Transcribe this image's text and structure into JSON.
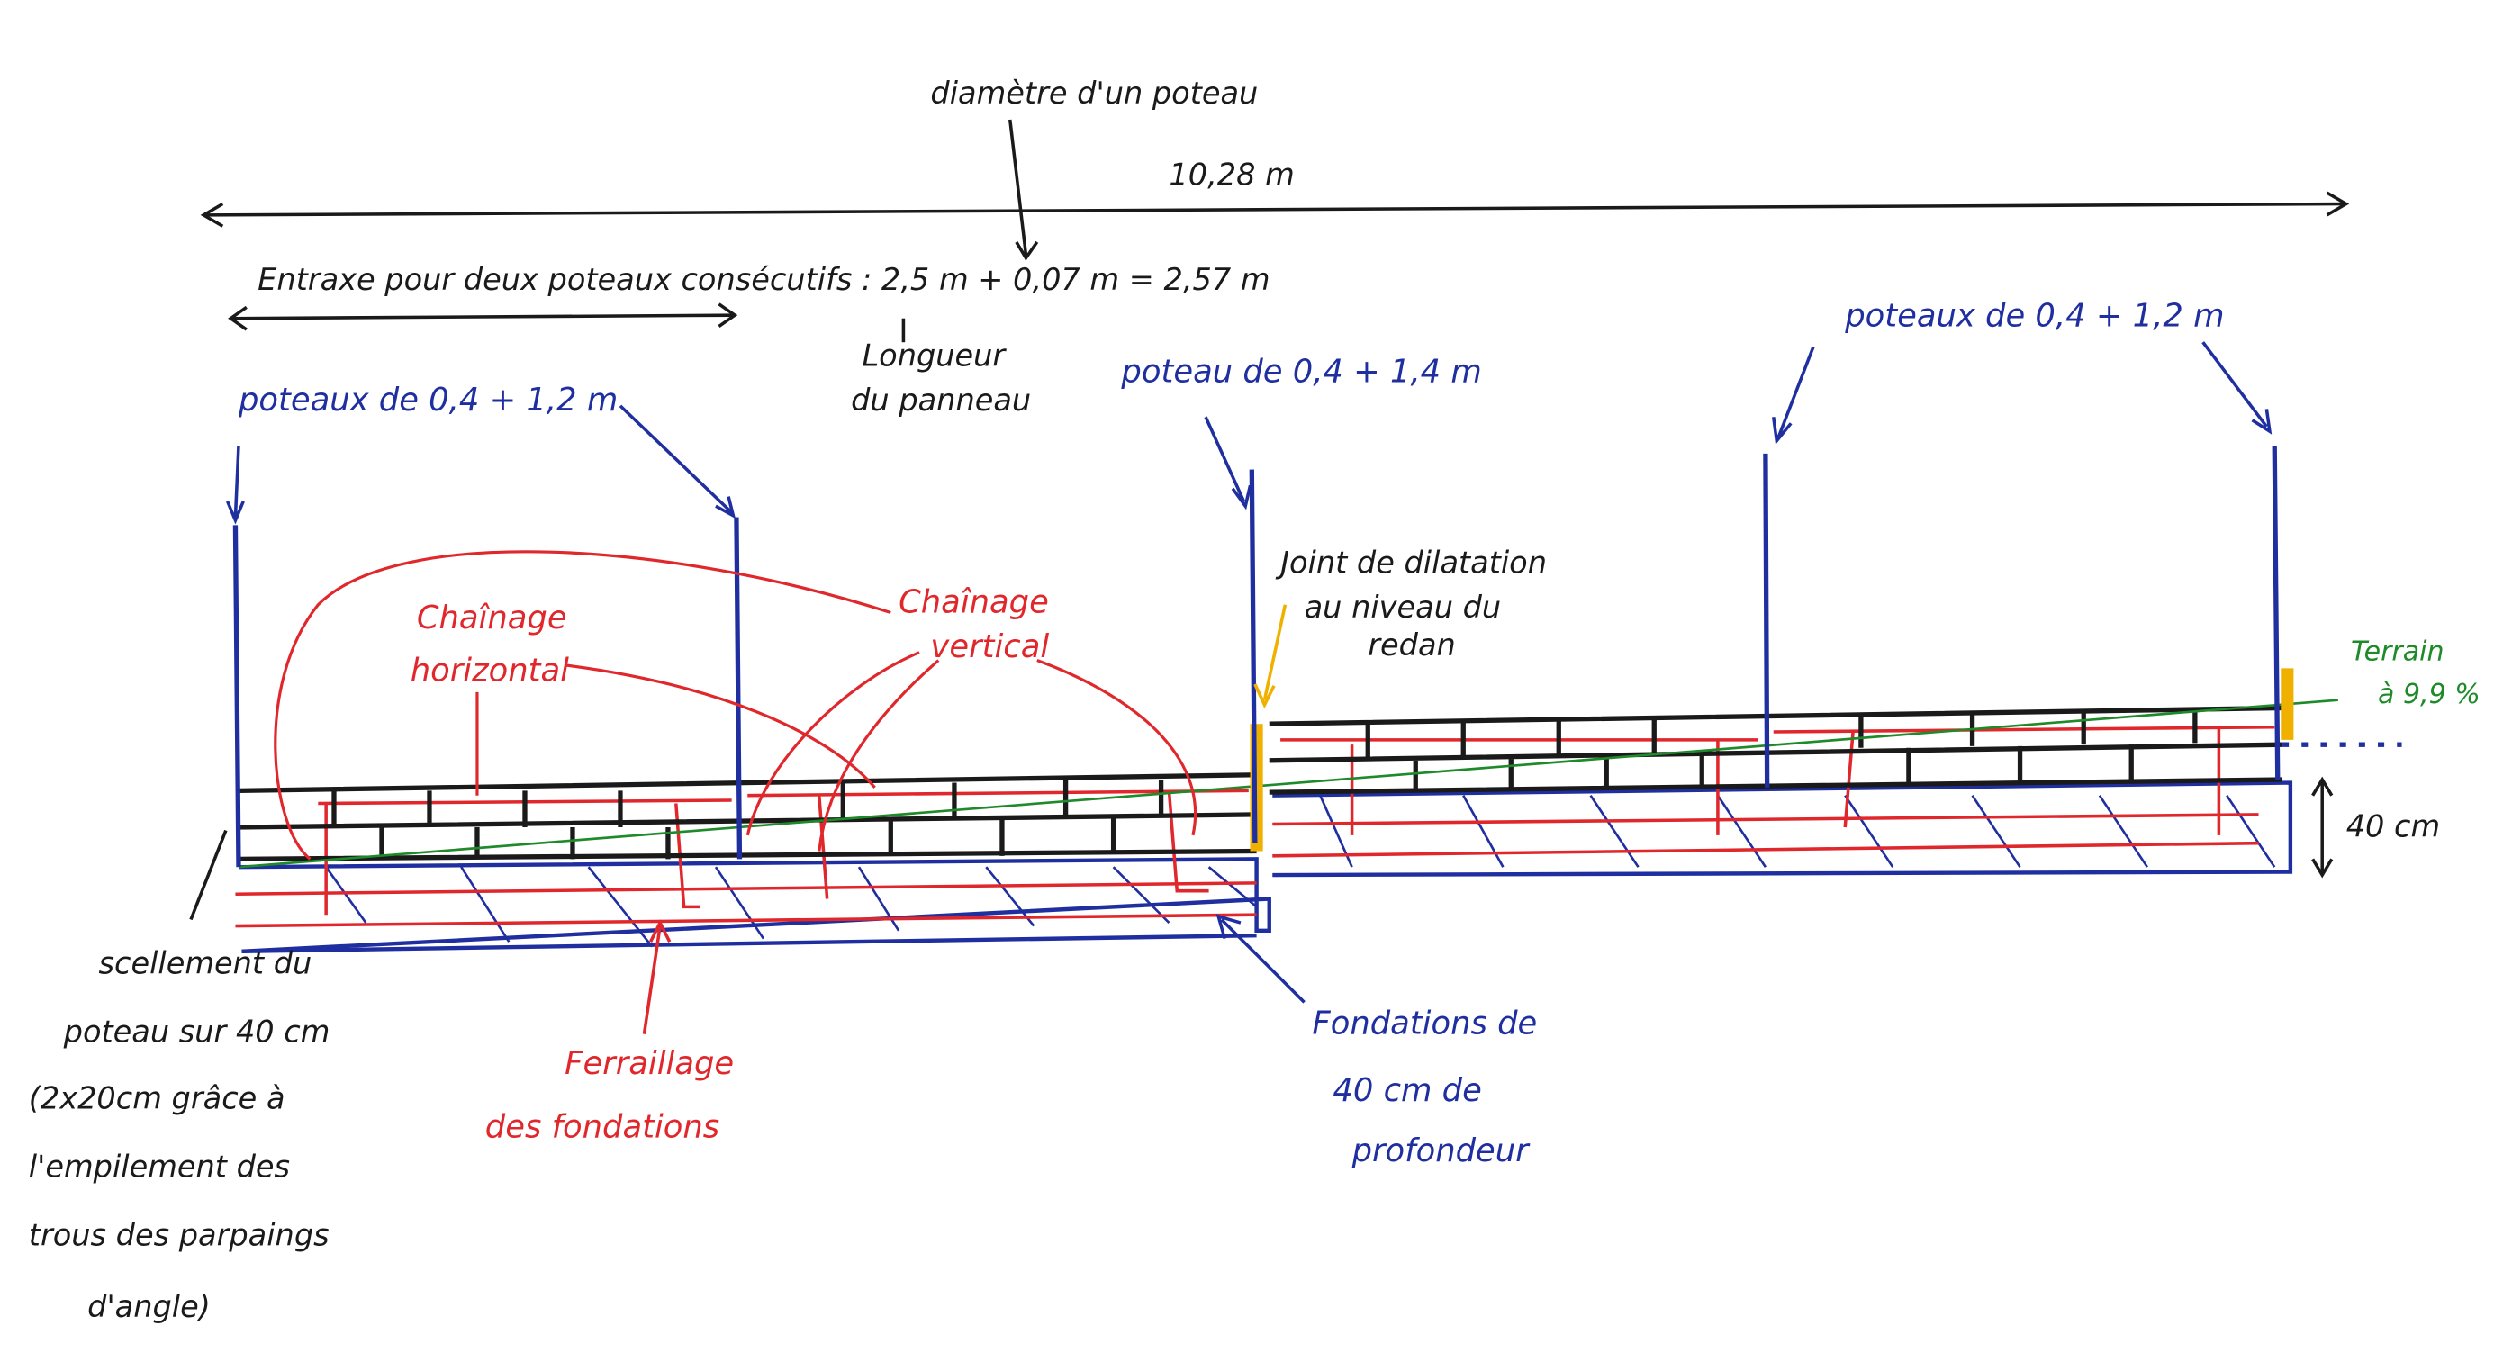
{
  "colors": {
    "ink": "#1a1a1a",
    "blue": "#1f2fa0",
    "red": "#e0282c",
    "green": "#1f8a2a",
    "yellow": "#f0b000"
  },
  "labels": {
    "post_diameter": "diamètre d'un poteau",
    "total_length": "10,28 m",
    "spacing": "Entraxe pour deux poteaux consécutifs : 2,5 m + 0,07 m = 2,57 m",
    "panel_length_1": "Longueur",
    "panel_length_2": "du panneau",
    "posts_left": "poteaux de 0,4 + 1,2 m",
    "post_middle": "poteau de 0,4 + 1,4 m",
    "posts_right": "poteaux de 0,4 + 1,2 m",
    "horizontal_chaining_1": "Chaînage",
    "horizontal_chaining_2": "horizontal",
    "vertical_chaining_1": "Chaînage",
    "vertical_chaining_2": "vertical",
    "joint_1": "Joint de dilatation",
    "joint_2": "au niveau du",
    "joint_3": "redan",
    "terrain_1": "Terrain",
    "terrain_2": "à 9,9 %",
    "depth": "40 cm",
    "sealing": [
      "scellement du",
      "poteau sur 40 cm",
      "(2x20cm grâce à",
      "l'empilement des",
      "trous des parpaings",
      "d'angle)"
    ],
    "rebar_1": "Ferraillage",
    "rebar_2": "des fondations",
    "foundations": [
      "Fondations de",
      "40 cm de",
      "profondeur"
    ]
  }
}
